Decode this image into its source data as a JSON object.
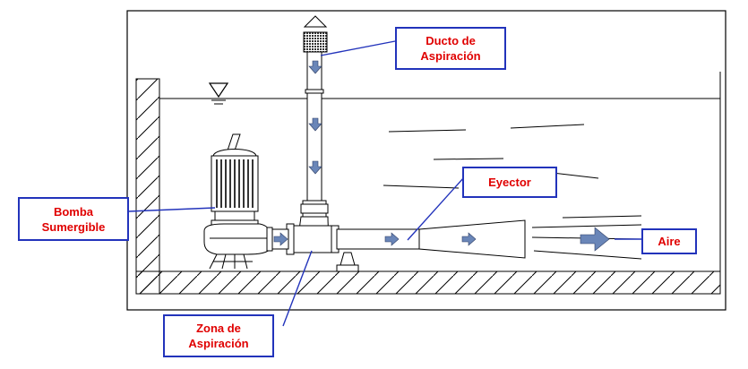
{
  "labels": {
    "ducto": {
      "line1": "Ducto de",
      "line2": "Aspiración"
    },
    "eyector": {
      "text": "Eyector"
    },
    "bomba": {
      "line1": "Bomba",
      "line2": "Sumergible"
    },
    "aire": {
      "text": "Aire"
    },
    "zona": {
      "line1": "Zona de",
      "line2": "Aspiración"
    }
  },
  "colors": {
    "callout_border": "#2233bb",
    "callout_text": "#e00000",
    "leader_line": "#2233bb",
    "flow_arrow": "#6a86b8",
    "drawing": "#000000"
  }
}
